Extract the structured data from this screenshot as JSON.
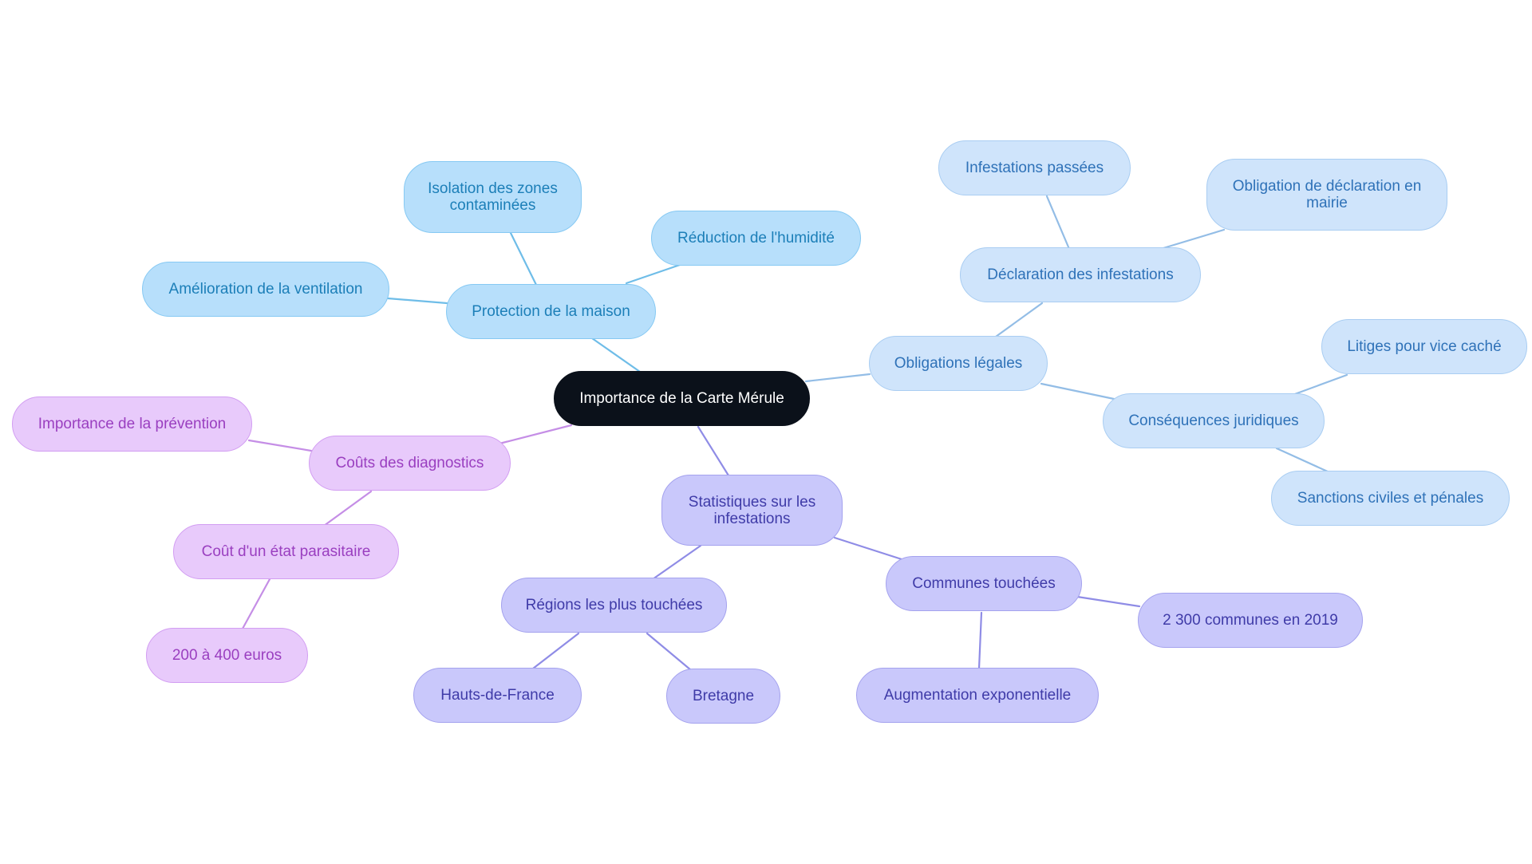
{
  "colors": {
    "root_bg": "#0b111a",
    "protection_line": "#6fbde8",
    "obligations_line": "#93bde6",
    "statistiques_line": "#8f8ce6",
    "couts_line": "#c58ee6"
  },
  "mindmap": {
    "root": "Importance de la Carte Mérule",
    "protection": {
      "label": "Protection de la maison",
      "children": [
        "Isolation des zones contaminées",
        "Réduction de l'humidité",
        "Amélioration de la ventilation"
      ]
    },
    "obligations": {
      "label": "Obligations légales",
      "declaration": {
        "label": "Déclaration des infestations",
        "children": [
          "Infestations passées",
          "Obligation de déclaration en mairie"
        ]
      },
      "consequences": {
        "label": "Conséquences juridiques",
        "children": [
          "Litiges pour vice caché",
          "Sanctions civiles et pénales"
        ]
      }
    },
    "statistiques": {
      "label": "Statistiques sur les infestations",
      "regions": {
        "label": "Régions les plus touchées",
        "children": [
          "Hauts-de-France",
          "Bretagne"
        ]
      },
      "communes": {
        "label": "Communes touchées",
        "children": [
          "2 300 communes en 2019",
          "Augmentation exponentielle"
        ]
      }
    },
    "couts": {
      "label": "Coûts des diagnostics",
      "prevention": "Importance de la prévention",
      "etat": {
        "label": "Coût d'un état parasitaire",
        "children": [
          "200 à 400 euros"
        ]
      }
    }
  }
}
